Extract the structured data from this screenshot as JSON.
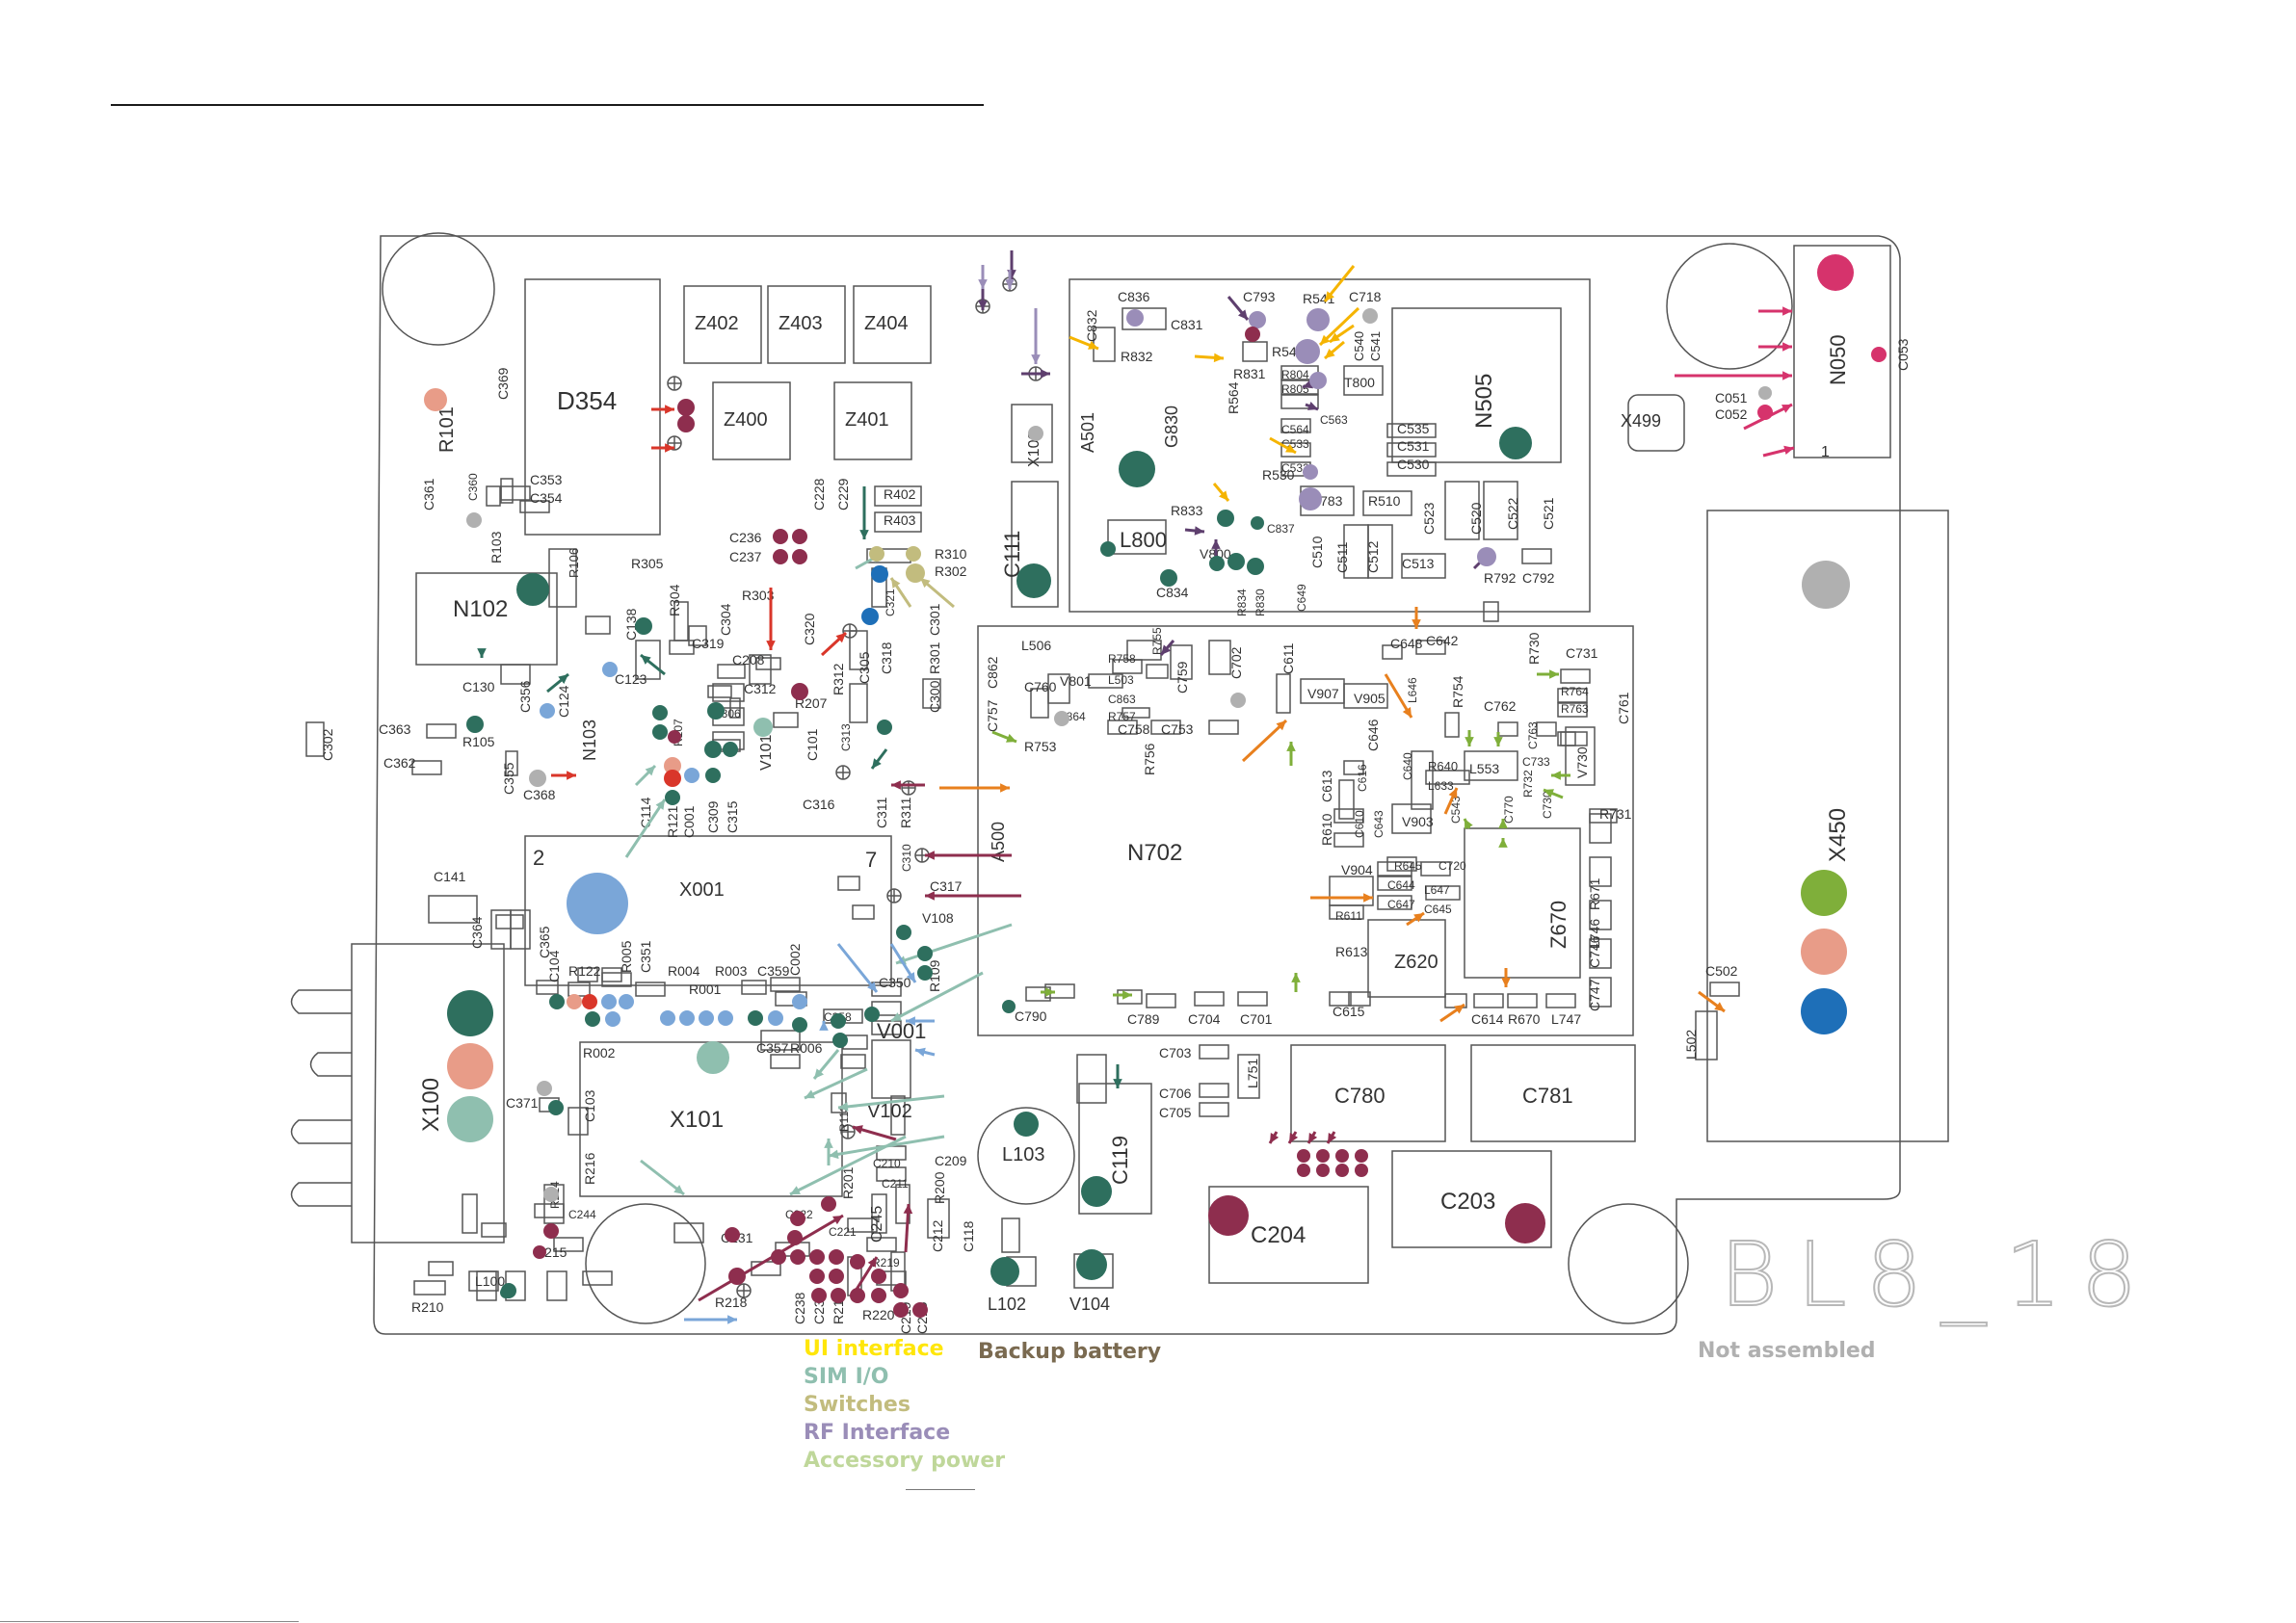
{
  "board": {
    "id": "BL8_18"
  },
  "legend": {
    "items": [
      {
        "label": "UI interface",
        "color": "#FFE60A"
      },
      {
        "label": "SIM I/O",
        "color": "#8FBFAF"
      },
      {
        "label": "Switches",
        "color": "#C2BC7E"
      },
      {
        "label": "RF Interface",
        "color": "#9A8DB8"
      },
      {
        "label": "Accessory power",
        "color": "#BFD79A"
      },
      {
        "label": "Backup battery",
        "color": "#7A6A50"
      },
      {
        "label": "Not assembled",
        "color": "#B0B0B0"
      }
    ]
  },
  "colors": {
    "outline": "#555555",
    "dark_green": "#2E6F5E",
    "maroon": "#8E2E4E",
    "pink": "#D6336C",
    "light_blue": "#7AA6D8",
    "blue": "#1E6FB8",
    "salmon": "#E89C88",
    "purple": "#5E3F6E",
    "orange": "#E8801E",
    "gold": "#F5B400",
    "red": "#D9362A",
    "green": "#7FAF3A",
    "gray": "#B0B0B0"
  },
  "labels": {
    "D354": "D354",
    "Z402": "Z402",
    "Z403": "Z403",
    "Z404": "Z404",
    "Z400": "Z400",
    "Z401": "Z401",
    "A501": "A501",
    "G830": "G830",
    "C831": "C831",
    "C832": "C832",
    "R832": "R832",
    "C836": "C836",
    "C793": "C793",
    "R541": "R541",
    "C718": "C718",
    "R546": "R546",
    "R831": "R831",
    "R564": "R564",
    "R804": "R804",
    "R805": "R805",
    "C564": "C564",
    "C563": "C563",
    "C533": "C533",
    "C532": "C532",
    "R530": "R530",
    "C535": "C535",
    "C531": "C531",
    "C530": "C530",
    "C540": "C540",
    "C541": "C541",
    "T800": "T800",
    "N505": "N505",
    "X499": "X499",
    "N050": "N050",
    "C051": "C051",
    "C052": "C052",
    "C053": "C053",
    "R101": "R101",
    "C369": "C369",
    "C353": "C353",
    "C354": "C354",
    "C361": "C361",
    "C360": "C360",
    "R103": "R103",
    "N102": "N102",
    "R106": "R106",
    "R305": "R305",
    "R304": "R304",
    "C138": "C138",
    "C123": "C123",
    "C319": "C319",
    "C304": "C304",
    "C208": "C208",
    "R303": "R303",
    "C320": "C320",
    "C236": "C236",
    "C237": "C237",
    "C228": "C228",
    "C229": "C229",
    "R402": "R402",
    "R403": "R403",
    "R310": "R310",
    "R302": "R302",
    "C321": "C321",
    "C301": "C301",
    "R312": "R312",
    "C305": "C305",
    "C318": "C318",
    "C300": "C300",
    "R301": "R301",
    "C312": "C312",
    "R207": "R207",
    "C306": "C306",
    "V101": "V101",
    "C101": "C101",
    "C313": "C313",
    "C316": "C316",
    "C311": "C311",
    "R311": "R311",
    "C111": "C111",
    "X102": "X102",
    "L800": "L800",
    "R833": "R833",
    "V800": "V800",
    "C837": "C837",
    "C834": "C834",
    "R834": "R834",
    "R830": "R830",
    "C649": "C649",
    "C783": "C783",
    "R510": "R510",
    "C510": "C510",
    "C511": "C511",
    "C512": "C512",
    "C513": "C513",
    "C523": "C523",
    "C520": "C520",
    "C522": "C522",
    "C521": "C521",
    "R792": "R792",
    "C792": "C792",
    "C130": "C130",
    "C356": "C356",
    "C124": "C124",
    "R105": "R105",
    "N103": "N103",
    "C363": "C363",
    "C362": "C362",
    "C302": "C302",
    "C355": "C355",
    "C368": "C368",
    "C114": "C114",
    "R121": "R121",
    "C001": "C001",
    "C309": "C309",
    "C315": "C315",
    "R107": "R107",
    "L506": "L506",
    "V801": "V801",
    "R758": "R758",
    "L503": "L503",
    "C863": "C863",
    "R757": "R757",
    "C760": "C760",
    "C864": "C864",
    "C862": "C862",
    "C757": "C757",
    "R753": "R753",
    "R755": "R755",
    "C759": "C759",
    "C758": "C758",
    "C753": "C753",
    "R756": "R756",
    "C702": "C702",
    "C611": "C611",
    "V907": "V907",
    "V905": "V905",
    "C646": "C646",
    "L646": "L646",
    "C648": "C648",
    "C642": "C642",
    "R754": "R754",
    "R730": "R730",
    "C731": "C731",
    "R764": "R764",
    "R763": "R763",
    "C762": "C762",
    "C761": "C761",
    "L553": "L553",
    "C640": "C640",
    "R640": "R640",
    "L633": "L633",
    "C733": "C733",
    "R732": "R732",
    "V730": "V730",
    "C730": "C730",
    "R731": "R731",
    "C770": "C770",
    "C543": "C543",
    "C763": "C763",
    "C613": "C613",
    "C616": "C616",
    "R610": "R610",
    "C610": "C610",
    "C643": "C643",
    "V903": "V903",
    "N702": "N702",
    "A500": "A500",
    "R645": "R645",
    "C720": "C720",
    "V904": "V904",
    "C644": "C644",
    "L647": "L647",
    "C647": "C647",
    "C645": "C645",
    "R611": "R611",
    "R613": "R613",
    "Z620": "Z620",
    "Z670": "Z670",
    "R671": "R671",
    "L746": "L746",
    "C746": "C746",
    "C747": "C747",
    "C615": "C615",
    "C614": "C614",
    "R670": "R670",
    "L747": "L747",
    "C790": "C790",
    "C789": "C789",
    "C704": "C704",
    "C701": "C701",
    "C703": "C703",
    "C706": "C706",
    "C705": "C705",
    "L751": "L751",
    "C780": "C780",
    "C781": "C781",
    "C204": "C204",
    "C203": "C203",
    "X450": "X450",
    "C502": "C502",
    "L502": "L502",
    "C141": "C141",
    "X001": "X001",
    "C364": "C364",
    "C365": "C365",
    "C104": "C104",
    "R122": "R122",
    "R005": "R005",
    "C351": "C351",
    "R004": "R004",
    "R001": "R001",
    "R003": "R003",
    "C359": "C359",
    "C002": "C002",
    "C350": "C350",
    "R109": "R109",
    "C317": "C317",
    "C310": "C310",
    "V108": "V108",
    "C358": "C358",
    "V001": "V001",
    "X100": "X100",
    "R002": "R002",
    "C357": "C357",
    "R006": "R006",
    "C371": "C371",
    "C103": "C103",
    "X101": "X101",
    "V102": "V102",
    "R113": "R113",
    "R216": "R216",
    "C209": "C209",
    "C210": "C210",
    "C211": "C211",
    "R200": "R200",
    "C212": "C212",
    "L103": "L103",
    "C119": "C119",
    "C118": "C118",
    "L102": "L102",
    "V104": "V104",
    "C245": "C245",
    "R201": "R201",
    "C231": "C231",
    "C222": "C222",
    "C221": "C221",
    "R219": "R219",
    "R220": "R220",
    "C219": "C219",
    "C215": "C215",
    "R218": "R218",
    "C238": "C238",
    "C239": "C239",
    "R217": "R217",
    "R214": "R214",
    "C244": "C244",
    "R215": "R215",
    "R210": "R210",
    "L100": "L100",
    "mark_2": "2",
    "mark_7": "7",
    "mark_1": "1"
  }
}
